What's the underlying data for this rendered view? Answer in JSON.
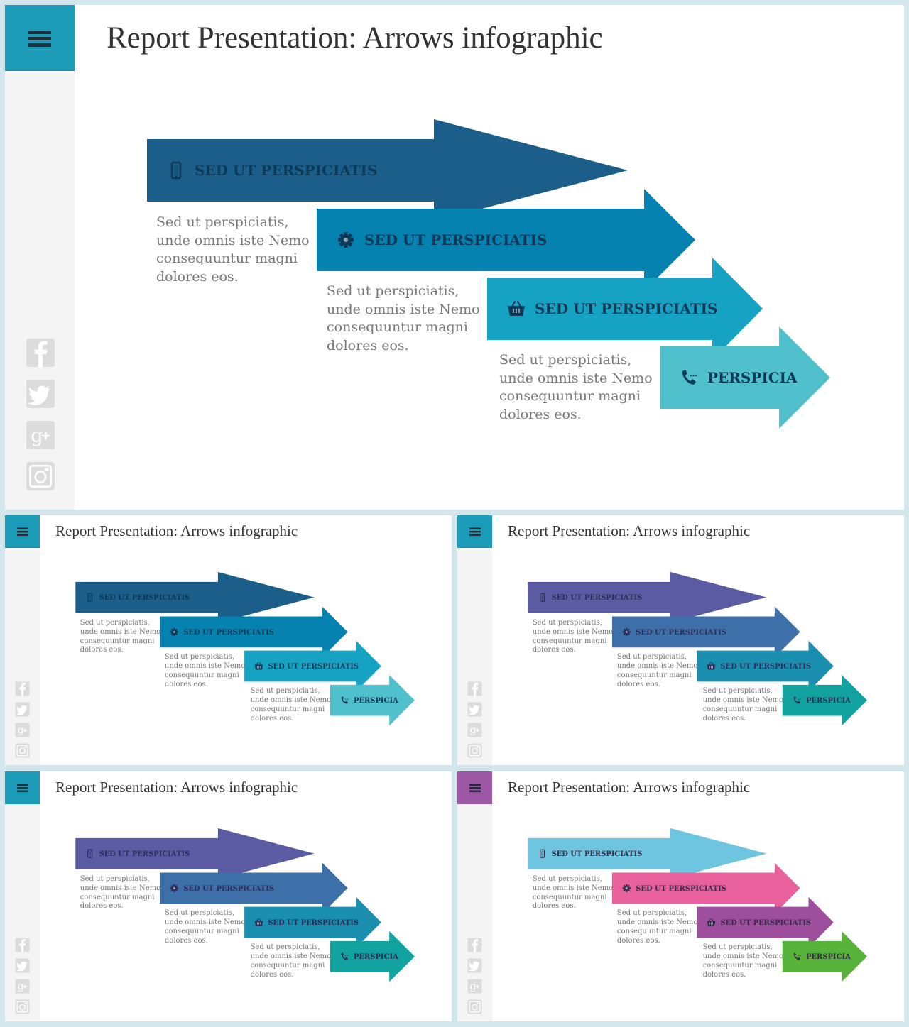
{
  "title": "Report Presentation: Arrows infographic",
  "arrows": [
    {
      "label": "SED UT PERSPICIATIS",
      "icon": "mobile-phone-icon"
    },
    {
      "label": "SED UT PERSPICIATIS",
      "icon": "gear-icon"
    },
    {
      "label": "SED UT PERSPICIATIS",
      "icon": "shopping-basket-icon"
    },
    {
      "label": "PERSPICIA",
      "icon": "phone-icon"
    }
  ],
  "description": [
    "Sed ut perspiciatis,",
    "unde omnis  iste Nemo",
    "consequuntur magni",
    "dolores eos."
  ],
  "social_icons": [
    "facebook-icon",
    "twitter-icon",
    "google-plus-icon",
    "instagram-icon"
  ],
  "slides": [
    {
      "name": "main",
      "menu_color": "#1b9bb8",
      "colors": [
        "#1b5e8a",
        "#0582b0",
        "#16a3c3",
        "#4fc0cc"
      ],
      "label_color": "#0f3a57"
    },
    {
      "name": "blue",
      "menu_color": "#1b9bb8",
      "colors": [
        "#1b5e8a",
        "#0582b0",
        "#16a3c3",
        "#4fc0cc"
      ],
      "label_color": "#0f3a57"
    },
    {
      "name": "violet-teal",
      "menu_color": "#1b9bb8",
      "colors": [
        "#5b5ba3",
        "#3d6fa8",
        "#1b8fb0",
        "#12a3a0"
      ],
      "label_color": "#2f2f5a"
    },
    {
      "name": "violet-teal-alt",
      "menu_color": "#1b9bb8",
      "colors": [
        "#5b5ba3",
        "#3d6fa8",
        "#1b8fb0",
        "#12a3a0"
      ],
      "label_color": "#2f2f5a"
    },
    {
      "name": "bright",
      "menu_color": "#9b56a4",
      "colors": [
        "#6ec5e0",
        "#e8609c",
        "#9d4f9e",
        "#58b33a"
      ],
      "label_color": "#3c2f4a"
    }
  ]
}
